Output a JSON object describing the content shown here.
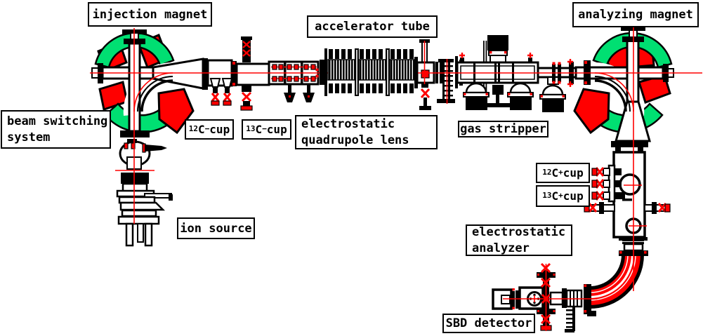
{
  "colors": {
    "red": "#ff0000",
    "green": "#00df72",
    "paper": "#ffffff",
    "outline": "#000000"
  },
  "labels": {
    "injection_magnet": "injection magnet",
    "accelerator_tube": "accelerator tube",
    "analyzing_magnet": "analyzing magnet",
    "beam_switching": {
      "line1": "beam switching",
      "line2": "system"
    },
    "quadrupole_lens": {
      "line1": "electrostatic",
      "line2": "quadrupole lens"
    },
    "electrostatic_analyzer": {
      "line1": "electrostatic",
      "line2": "analyzer"
    },
    "gas_stripper": "gas stripper",
    "sbd_detector": "SBD detector",
    "ion_source": "ion source",
    "cup_12c_minus": {
      "mass": "12",
      "symbol": "C",
      "charge": "−",
      "word": "cup"
    },
    "cup_13c_minus": {
      "mass": "13",
      "symbol": "C",
      "charge": "−",
      "word": "cup"
    },
    "cup_12c_plus": {
      "mass": "12",
      "symbol": "C",
      "charge": "+",
      "word": "cup"
    },
    "cup_13c_plus": {
      "mass": "13",
      "symbol": "C",
      "charge": "+",
      "word": "cup"
    }
  }
}
